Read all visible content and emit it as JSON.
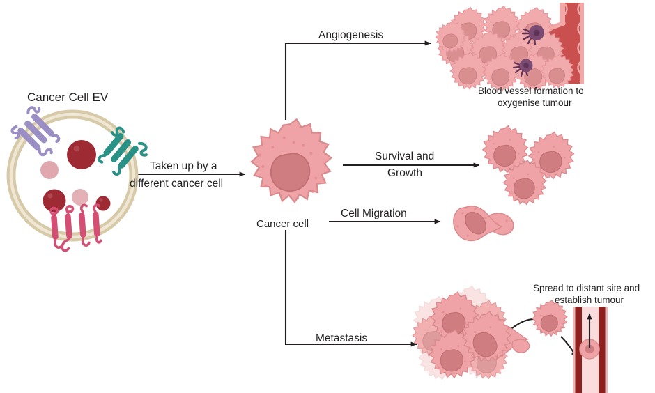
{
  "diagram": {
    "title_label": "Cancer Cell EV",
    "source_cell_label": "Cancer cell",
    "arrows": {
      "uptake_line1": "Taken up by a",
      "uptake_line2": "different cancer cell",
      "angiogenesis": "Angiogenesis",
      "survival_line1": "Survival and",
      "survival_line2": "Growth",
      "migration": "Cell Migration",
      "metastasis": "Metastasis"
    },
    "captions": {
      "angiogenesis_line1": "Blood vessel formation to",
      "angiogenesis_line2": "oxygenise tumour",
      "metastasis_line1": "Spread to distant site and",
      "metastasis_line2": "establish tumour"
    },
    "colors": {
      "background": "#ffffff",
      "text": "#221f1f",
      "connector": "#231f20",
      "ev_membrane_outer": "#c9bb9b",
      "ev_membrane_inner": "#e6ddc8",
      "ev_lumen": "#ffffff",
      "cargo_dark": "#9e2a33",
      "cargo_light": "#e0a8ae",
      "protein_purple": "#9b8ec4",
      "protein_teal": "#2a9187",
      "protein_pink": "#d44f73",
      "cell_body": "#f0a3a6",
      "cell_body_stroke": "#d98a8d",
      "cell_nucleus": "#cf7d80",
      "cell_nucleus_stroke": "#c06f73",
      "cell_faded": "#f4c3c4",
      "vessel_lumen": "#c9504f",
      "vessel_wall": "#f2a8a6",
      "vessel_dark_wall": "#8f2020",
      "vessel_light_lumen": "#fbdcdc",
      "endothelial_cell": "#7b4a72",
      "endothelial_nucleus": "#5d3457"
    },
    "icon_names": [
      "extracellular-vesicle-icon",
      "transmembrane-protein-purple-icon",
      "transmembrane-protein-teal-icon",
      "transmembrane-protein-pink-icon",
      "cancer-cell-icon",
      "tumour-cluster-icon",
      "blood-vessel-icon",
      "migrating-cell-icon",
      "metastatic-cell-icon",
      "arrow-icon"
    ]
  }
}
